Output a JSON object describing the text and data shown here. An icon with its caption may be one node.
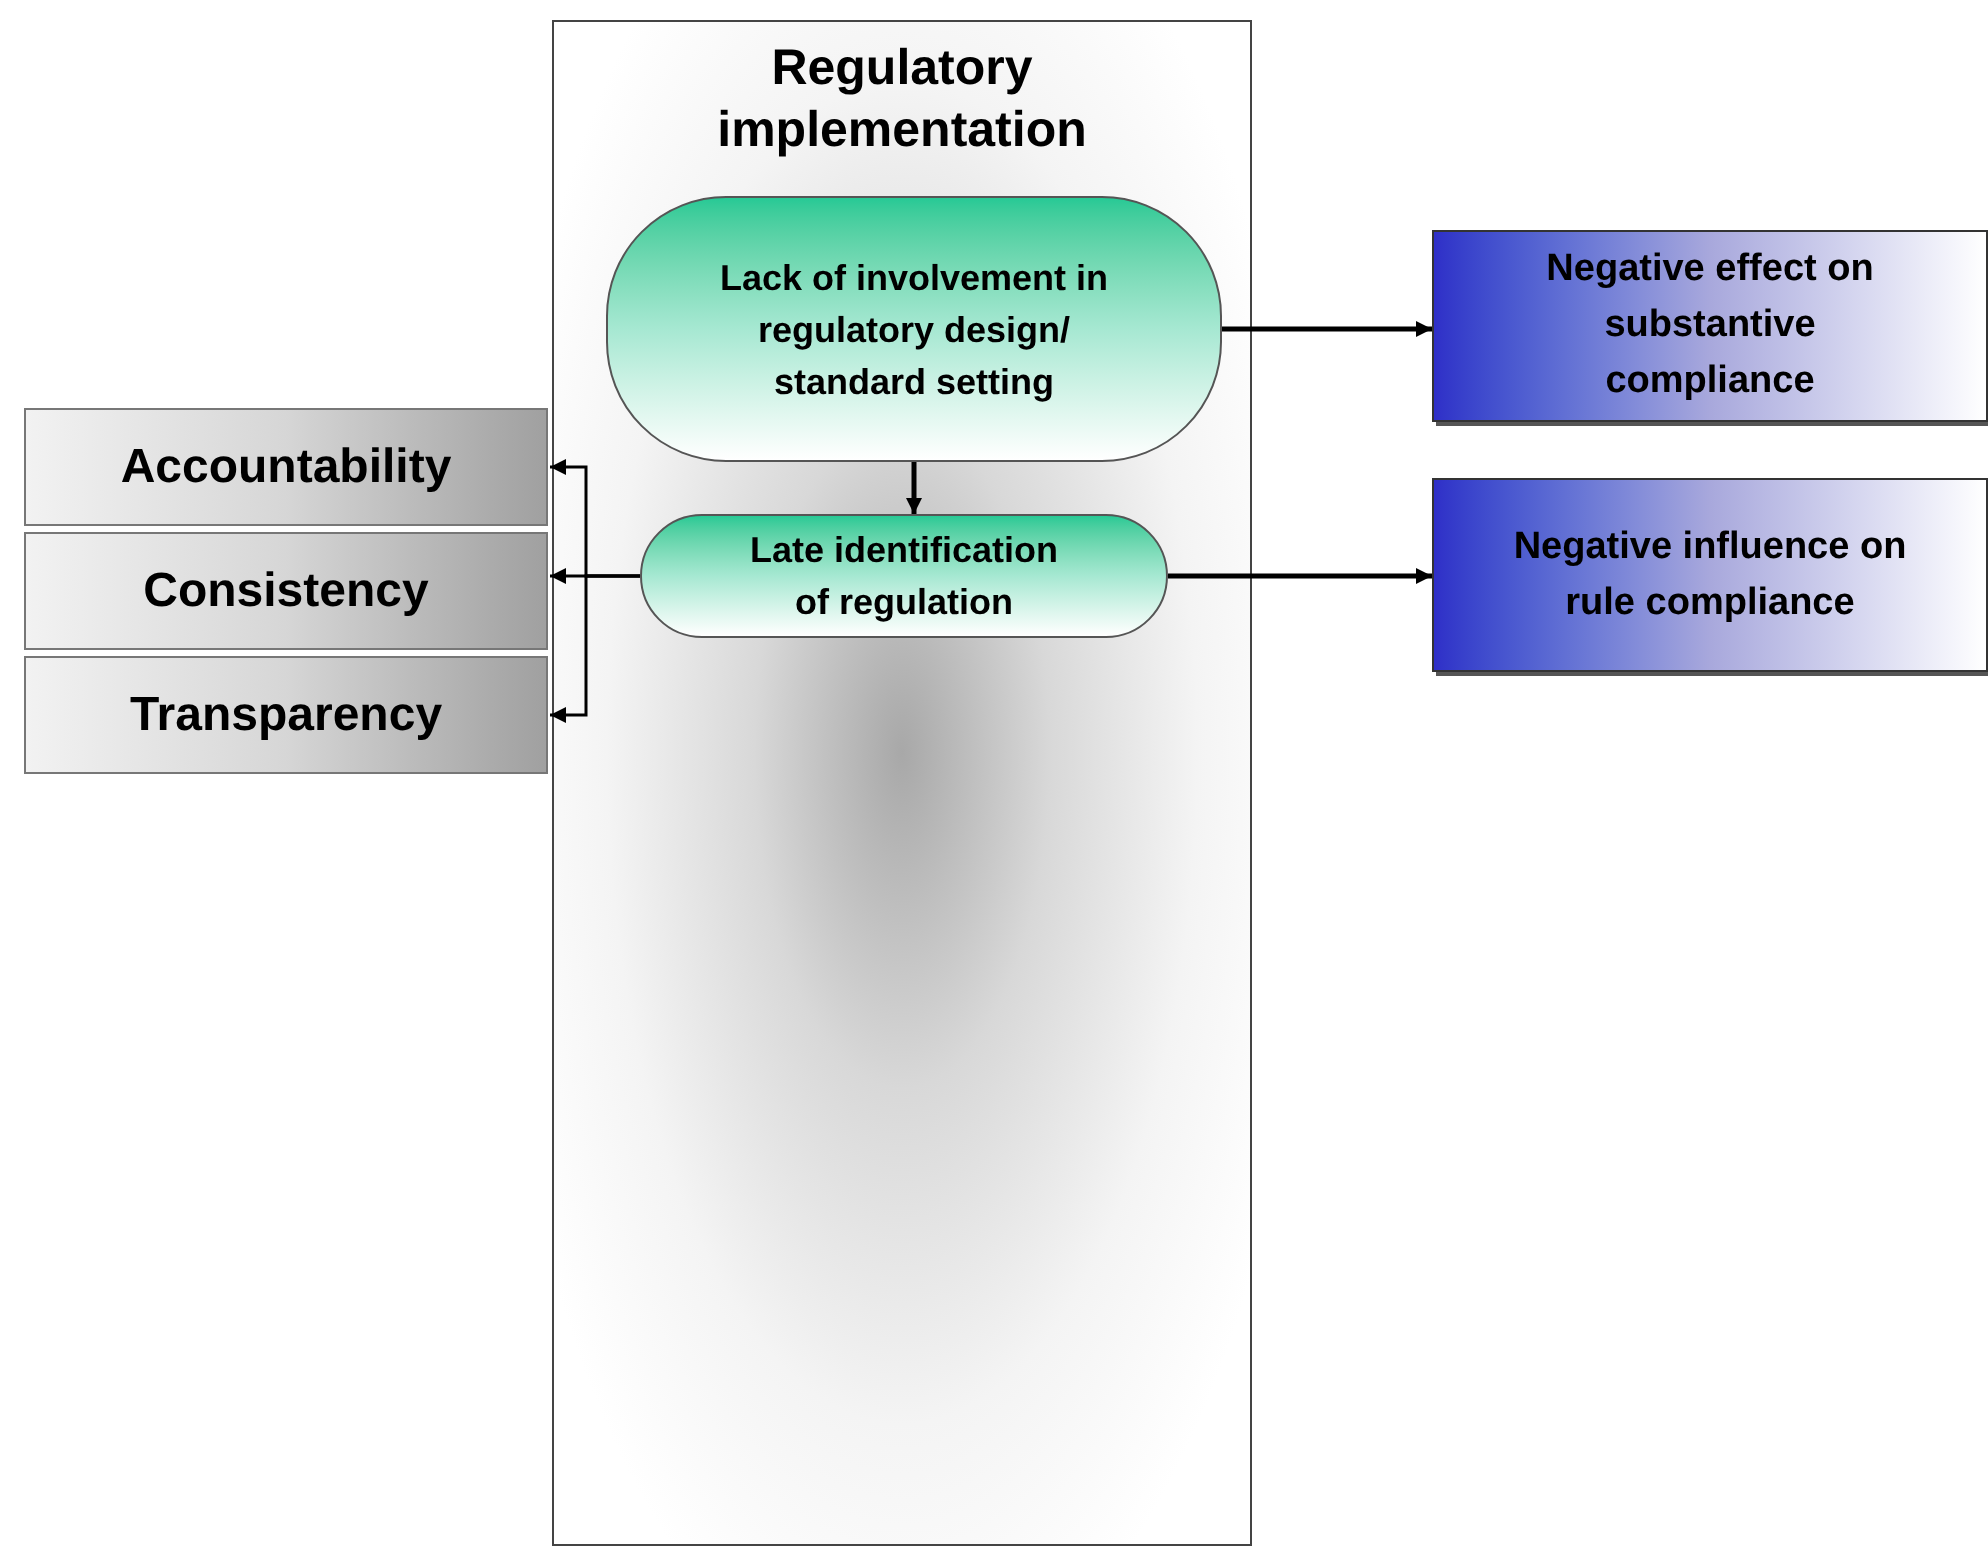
{
  "diagram": {
    "nodes": [
      {
        "text": [
          "Regulatory implementation"
        ]
      },
      {
        "text": [
          "Lack of involvement in regulatory design/ standard setting"
        ],
        "in": 0
      },
      {
        "text": [
          "Late identification of regulation"
        ],
        "in": 0
      },
      {
        "text": [
          "Negative effect on substantive compliance"
        ]
      },
      {
        "text": [
          "Negative influence on rule compliance"
        ]
      },
      {
        "text": [
          "Accountability"
        ]
      },
      {
        "text": [
          "Consistency"
        ]
      },
      {
        "text": [
          "Transparency"
        ]
      }
    ],
    "edges": [
      {
        "from": 1,
        "to": 3,
        "arrow": "to"
      },
      {
        "from": 1,
        "to": 2,
        "arrow": "to"
      },
      {
        "from": 2,
        "to": 4,
        "arrow": "to"
      },
      {
        "from": 2,
        "to": 5,
        "arrow": "to"
      },
      {
        "from": 2,
        "to": 6,
        "arrow": "to"
      },
      {
        "from": 2,
        "to": 7,
        "arrow": "to"
      }
    ]
  }
}
